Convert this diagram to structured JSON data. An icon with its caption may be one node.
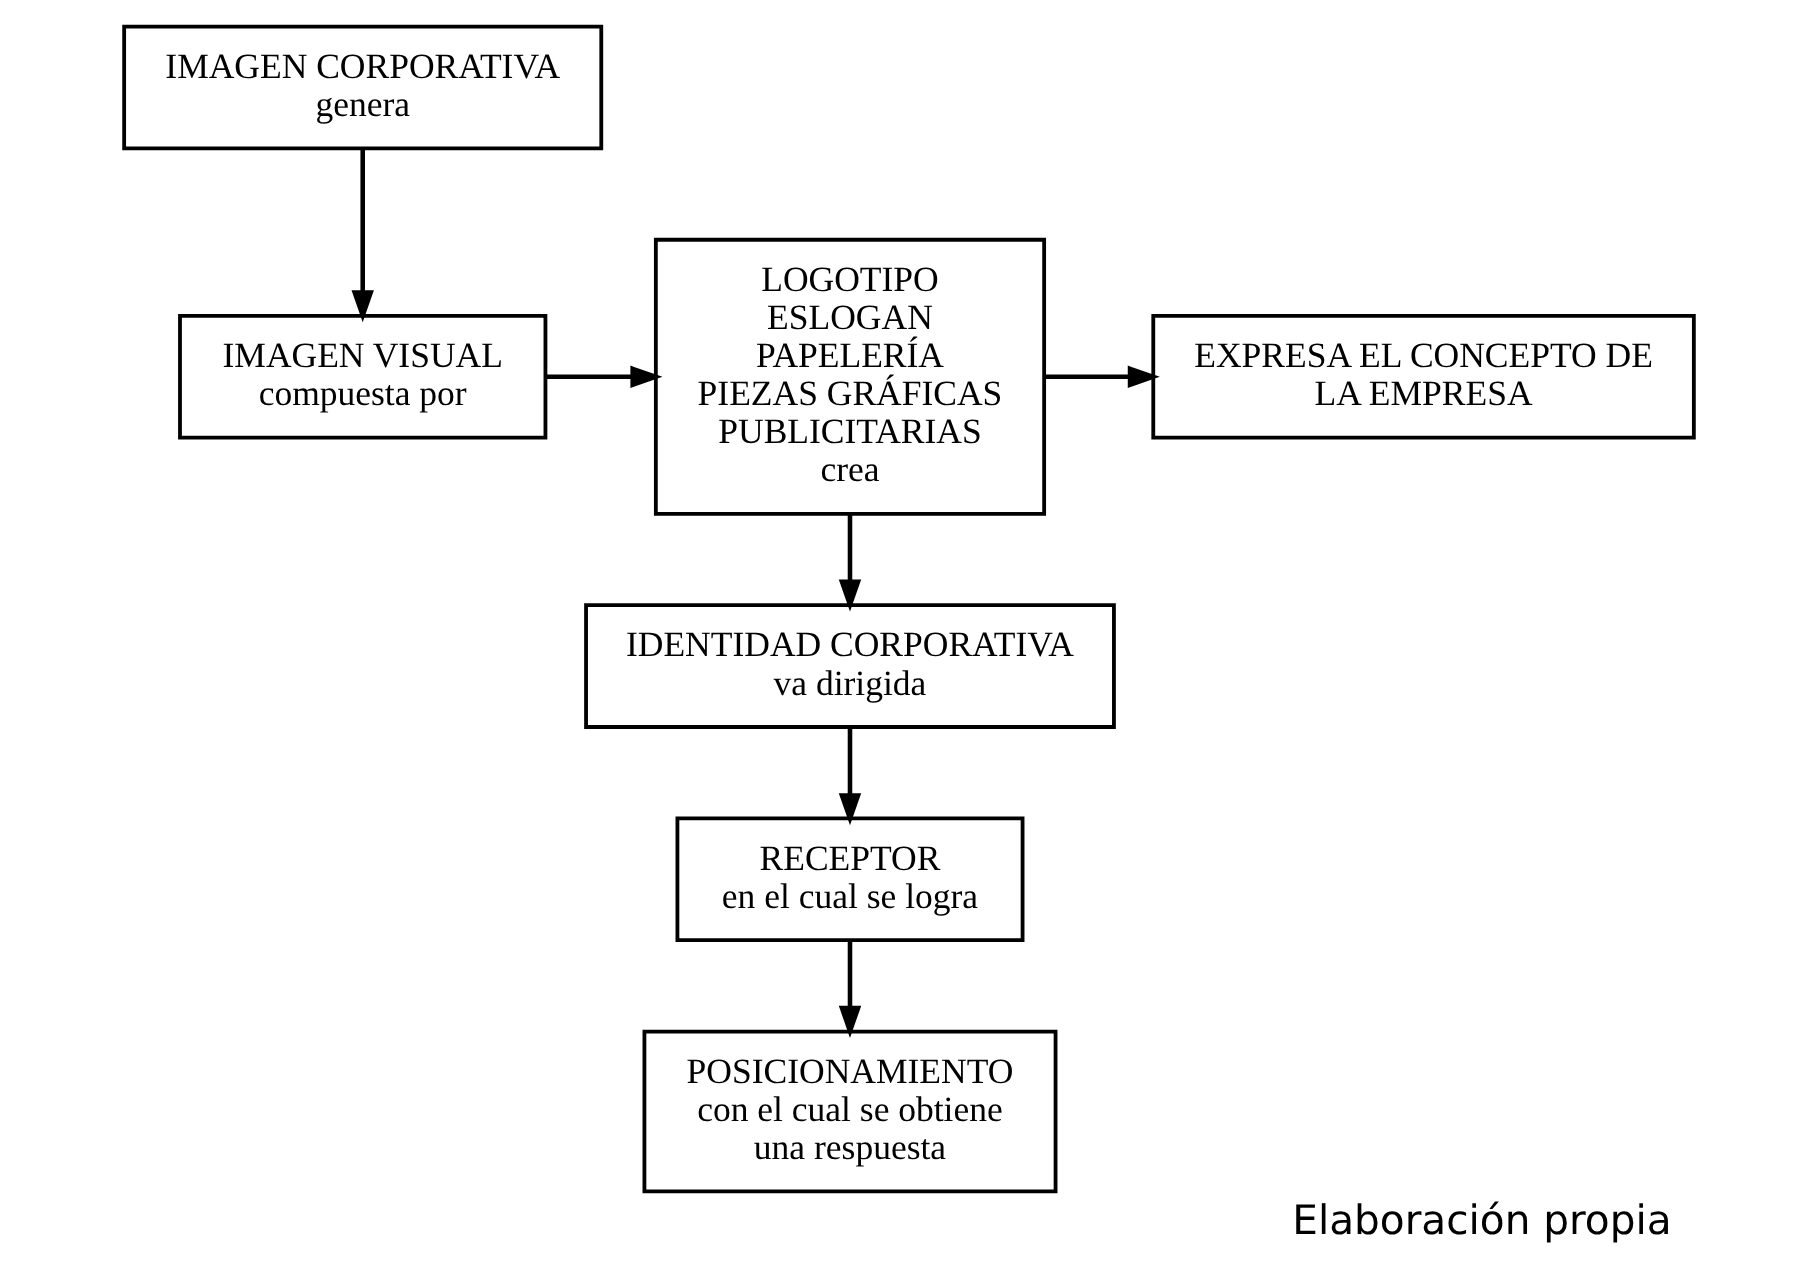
{
  "diagram": {
    "caption": "Elaboración propia",
    "nodes": [
      {
        "text": [
          "IMAGEN CORPORATIVA",
          "genera"
        ]
      },
      {
        "text": [
          "IMAGEN VISUAL",
          "compuesta por"
        ]
      },
      {
        "text": [
          "LOGOTIPO",
          "ESLOGAN",
          "PAPELERÍA",
          "PIEZAS GRÁFICAS PUBLICITARIAS",
          "crea"
        ]
      },
      {
        "text": [
          "EXPRESA EL CONCEPTO DE LA EMPRESA"
        ]
      },
      {
        "text": [
          "IDENTIDAD CORPORATIVA",
          "va dirigida"
        ]
      },
      {
        "text": [
          "RECEPTOR",
          "en el cual se logra"
        ]
      },
      {
        "text": [
          "POSICIONAMIENTO",
          "con el cual se obtiene una respuesta"
        ]
      }
    ],
    "edges": [
      {
        "from": 0,
        "to": 1,
        "arrow": "to"
      },
      {
        "from": 1,
        "to": 2,
        "arrow": "to"
      },
      {
        "from": 2,
        "to": 3,
        "arrow": "to"
      },
      {
        "from": 2,
        "to": 4,
        "arrow": "to"
      },
      {
        "from": 4,
        "to": 5,
        "arrow": "to"
      },
      {
        "from": 5,
        "to": 6,
        "arrow": "to"
      }
    ]
  }
}
